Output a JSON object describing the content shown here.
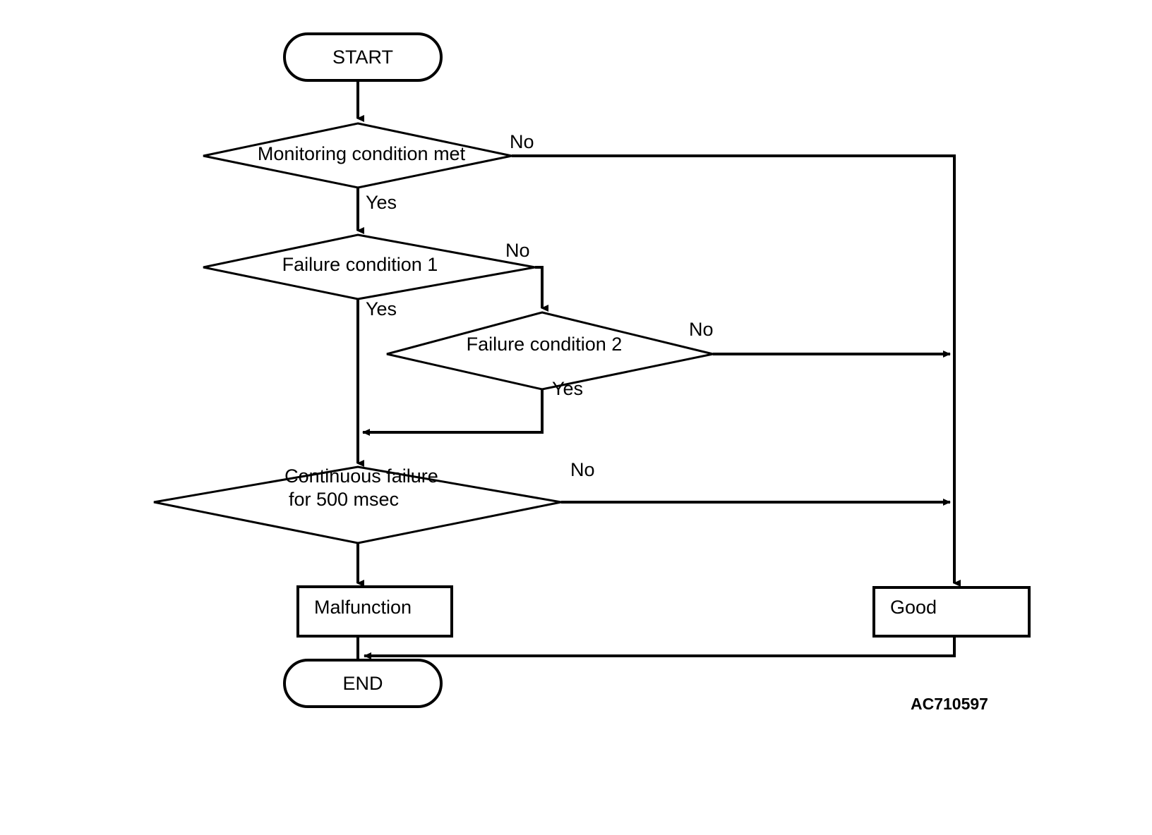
{
  "diagram": {
    "title": "Monitoring / failure judgement flowchart",
    "reference_code": "AC710597",
    "colors": {
      "stroke": "#000000",
      "fill": "#ffffff",
      "text": "#000000"
    },
    "nodes": {
      "start": {
        "label": "START",
        "shape": "terminator"
      },
      "monitoring_condition": {
        "label": "Monitoring condition met",
        "shape": "decision"
      },
      "failure_condition_1": {
        "label": "Failure condition 1",
        "shape": "decision"
      },
      "failure_condition_2": {
        "label": "Failure condition 2",
        "shape": "decision"
      },
      "continuous_failure": {
        "label_line1": "Continuous failure",
        "label_line2": "for 500 msec",
        "shape": "decision"
      },
      "malfunction": {
        "label": "Malfunction",
        "shape": "process"
      },
      "good": {
        "label": "Good",
        "shape": "process"
      },
      "end": {
        "label": "END",
        "shape": "terminator"
      }
    },
    "branch_labels": {
      "monitoring_no": "No",
      "monitoring_yes": "Yes",
      "failure1_no": "No",
      "failure1_yes": "Yes",
      "failure2_no": "No",
      "failure2_yes": "Yes",
      "continuous_no": "No"
    }
  }
}
